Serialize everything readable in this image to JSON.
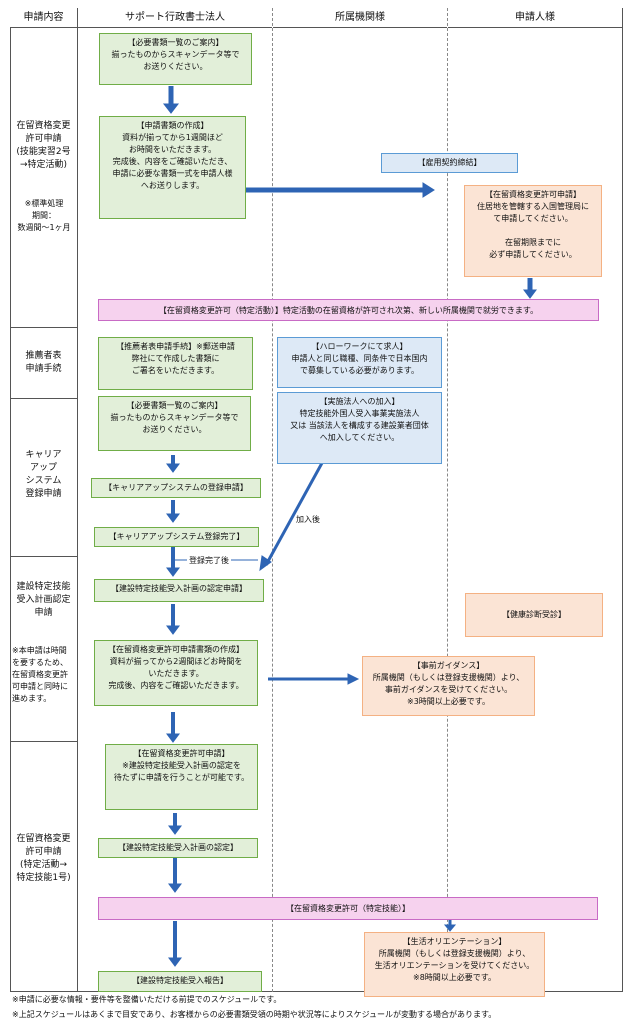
{
  "headers": {
    "col1": "申請内容",
    "col2": "サポート行政書士法人",
    "col3": "所属機関様",
    "col4": "申請人様"
  },
  "sections": {
    "s1": "在留資格変更\n許可申請\n(技能実習2号\n→特定活動)",
    "s1_note": "※標準処理\n期間：\n数週間～1ヶ月",
    "s2": "推薦者表\n申請手続",
    "s3": "キャリア\nアップ\nシステム\n登録申請",
    "s4": "建設特定技能\n受入計画認定\n申請",
    "s4_note": "※本申請は時間\nを要するため、\n在留資格変更許\n可申請と同時に\n進めます。",
    "s5": "在留資格変更\n許可申請\n(特定活動→\n特定技能1号)"
  },
  "boxes": {
    "docs_guide_1": "【必要書類一覧のご案内】\n揃ったものからスキャンデータ等で\nお送りください。",
    "create_docs": "【申請書類の作成】\n資料が揃ってから1週間ほど\nお時間をいただきます。\n完成後、内容をご確認いただき、\n申請に必要な書類一式を申請人様\nへお送りします。",
    "employment_contract": "【雇用契約締結】",
    "apply_change_1": "【在留資格変更許可申請】\n住居地を管轄する入国管理局に\nて申請してください。\n\n在留期限までに\n必ず申請してください。",
    "permit_specific_activity": "【在留資格変更許可（特定活動）】特定活動の在留資格が許可され次第、新しい所属機関で就労できます。",
    "recommender_form": "【推薦者表申請手続】※郵送申請\n弊社にて作成した書類に\nご署名をいただきます。",
    "hellowork": "【ハローワークにて求人】\n申請人と同じ職種、同条件で日本国内\nで募集している必要があります。",
    "docs_guide_2": "【必要書類一覧のご案内】\n揃ったものからスキャンデータ等で\nお送りください。",
    "join_association": "【実施法人への加入】\n特定技能外国人受入事業実施法人\n又は 当該法人を構成する建設業者団体\nへ加入してください。",
    "career_apply": "【キャリアアップシステムの登録申請】",
    "career_done": "【キャリアアップシステム登録完了】",
    "plan_apply": "【建設特定技能受入計画の認定申請】",
    "health_check": "【健康診断受診】",
    "create_change_docs": "【在留資格変更許可申請書類の作成】\n資料が揃ってから2週間ほどお時間を\nいただきます。\n完成後、内容をご確認いただきます。",
    "pre_guidance": "【事前ガイダンス】\n所属機関（もしくは登録支援機関）より、\n事前ガイダンスを受けてください。\n※3時間以上必要です。",
    "apply_change_2": "【在留資格変更許可申請】\n※建設特定技能受入計画の認定を\n待たずに申請を行うことが可能です。",
    "plan_approved": "【建設特定技能受入計画の認定】",
    "permit_specified_skill": "【在留資格変更許可（特定技能）】",
    "life_orientation": "【生活オリエンテーション】\n所属機関（もしくは登録支援機関）より、\n生活オリエンテーションを受けてください。\n※8時間以上必要です。",
    "plan_report": "【建設特定技能受入報告】"
  },
  "labels": {
    "after_join": "加入後",
    "after_registration": "登録完了後"
  },
  "footnotes": {
    "note1": "※申請に必要な情報・要件等を整備いただける前提でのスケジュールです。",
    "note2": "※上記スケジュールはあくまで目安であり、お客様からの必要書類受領の時期や状況等によりスケジュールが変動する場合があります。"
  },
  "colors": {
    "green_fill": "#e2efd9",
    "blue_fill": "#dde9f6",
    "orange_fill": "#fbe4d5",
    "pink_fill": "#f6d2ee",
    "arrow": "#2e64b4"
  }
}
